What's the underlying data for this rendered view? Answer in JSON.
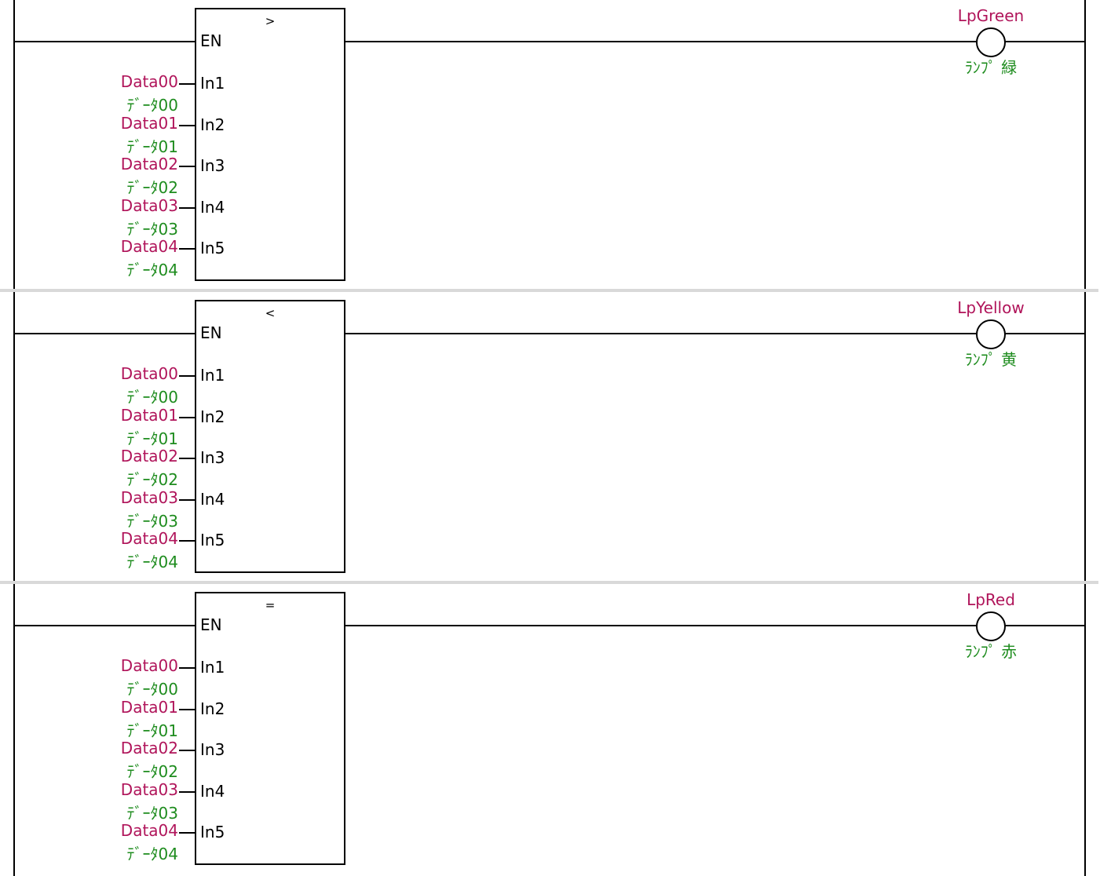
{
  "rungs": [
    {
      "operator": ">",
      "en_label": "EN",
      "inputs": [
        {
          "pin": "In1",
          "var": "Data00",
          "comment": "ﾃﾞｰﾀ00"
        },
        {
          "pin": "In2",
          "var": "Data01",
          "comment": "ﾃﾞｰﾀ01"
        },
        {
          "pin": "In3",
          "var": "Data02",
          "comment": "ﾃﾞｰﾀ02"
        },
        {
          "pin": "In4",
          "var": "Data03",
          "comment": "ﾃﾞｰﾀ03"
        },
        {
          "pin": "In5",
          "var": "Data04",
          "comment": "ﾃﾞｰﾀ04"
        }
      ],
      "coil": {
        "var": "LpGreen",
        "comment": "ﾗﾝﾌﾟ 緑"
      }
    },
    {
      "operator": "<",
      "en_label": "EN",
      "inputs": [
        {
          "pin": "In1",
          "var": "Data00",
          "comment": "ﾃﾞｰﾀ00"
        },
        {
          "pin": "In2",
          "var": "Data01",
          "comment": "ﾃﾞｰﾀ01"
        },
        {
          "pin": "In3",
          "var": "Data02",
          "comment": "ﾃﾞｰﾀ02"
        },
        {
          "pin": "In4",
          "var": "Data03",
          "comment": "ﾃﾞｰﾀ03"
        },
        {
          "pin": "In5",
          "var": "Data04",
          "comment": "ﾃﾞｰﾀ04"
        }
      ],
      "coil": {
        "var": "LpYellow",
        "comment": "ﾗﾝﾌﾟ 黄"
      }
    },
    {
      "operator": "=",
      "en_label": "EN",
      "inputs": [
        {
          "pin": "In1",
          "var": "Data00",
          "comment": "ﾃﾞｰﾀ00"
        },
        {
          "pin": "In2",
          "var": "Data01",
          "comment": "ﾃﾞｰﾀ01"
        },
        {
          "pin": "In3",
          "var": "Data02",
          "comment": "ﾃﾞｰﾀ02"
        },
        {
          "pin": "In4",
          "var": "Data03",
          "comment": "ﾃﾞｰﾀ03"
        },
        {
          "pin": "In5",
          "var": "Data04",
          "comment": "ﾃﾞｰﾀ04"
        }
      ],
      "coil": {
        "var": "LpRed",
        "comment": "ﾗﾝﾌﾟ 赤"
      }
    }
  ],
  "colors": {
    "variable": "#b0145a",
    "comment": "#1e8c1e",
    "wire": "#000000",
    "separator": "#d9d9d9"
  }
}
